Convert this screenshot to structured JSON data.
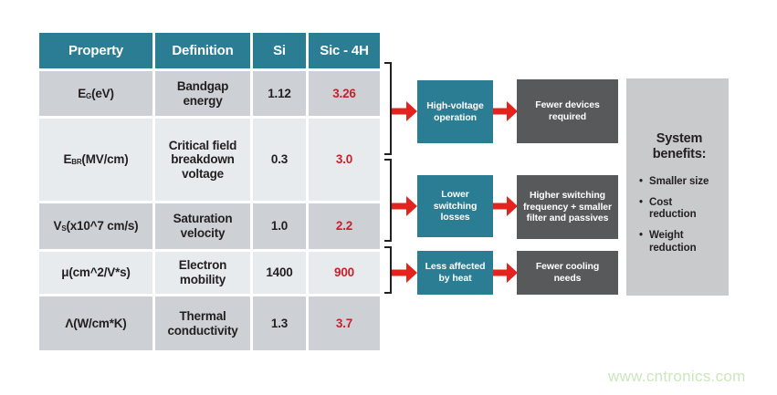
{
  "table": {
    "headers": [
      "Property",
      "Definition",
      "Si",
      "Sic - 4H"
    ],
    "rows": [
      {
        "property_base": "E",
        "property_sub": "G",
        "property_rest": " (eV)",
        "definition": "Bandgap energy",
        "si": "1.12",
        "sic4h": "3.26"
      },
      {
        "property_base": "E",
        "property_sub": "BR",
        "property_rest": " (MV/cm)",
        "definition": "Critical field breakdown voltage",
        "si": "0.3",
        "sic4h": "3.0"
      },
      {
        "property_base": "V",
        "property_sub": "S",
        "property_rest": " (x10^7 cm/s)",
        "definition": "Saturation velocity",
        "si": "1.0",
        "sic4h": "2.2"
      },
      {
        "property_base": "μ",
        "property_sub": "",
        "property_rest": " (cm^2/V*s)",
        "definition": "Electron mobility",
        "si": "1400",
        "sic4h": "900"
      },
      {
        "property_base": "Λ",
        "property_sub": "",
        "property_rest": " (W/cm*K)",
        "definition": "Thermal conductivity",
        "si": "1.3",
        "sic4h": "3.7"
      }
    ]
  },
  "flows": [
    {
      "cause": "High-voltage operation",
      "effect": "Fewer devices required"
    },
    {
      "cause": "Lower switching losses",
      "effect": "Higher switching frequency + smaller filter and passives"
    },
    {
      "cause": "Less affected by heat",
      "effect": "Fewer cooling needs"
    }
  ],
  "system_benefits": {
    "title": "System benefits:",
    "items": [
      "Smaller size",
      "Cost reduction",
      "Weight reduction"
    ]
  },
  "watermark": "www.cntronics.com",
  "colors": {
    "teal": "#2b7d93",
    "darkbox": "#58595b",
    "panel": "#c9cacc",
    "row-dark": "#cdd1d6",
    "row-light": "#e8ebee",
    "red-text": "#c9202a",
    "red-arrow": "#e4231e",
    "bracket": "#231f20",
    "watermark": "#cbe7bb"
  }
}
